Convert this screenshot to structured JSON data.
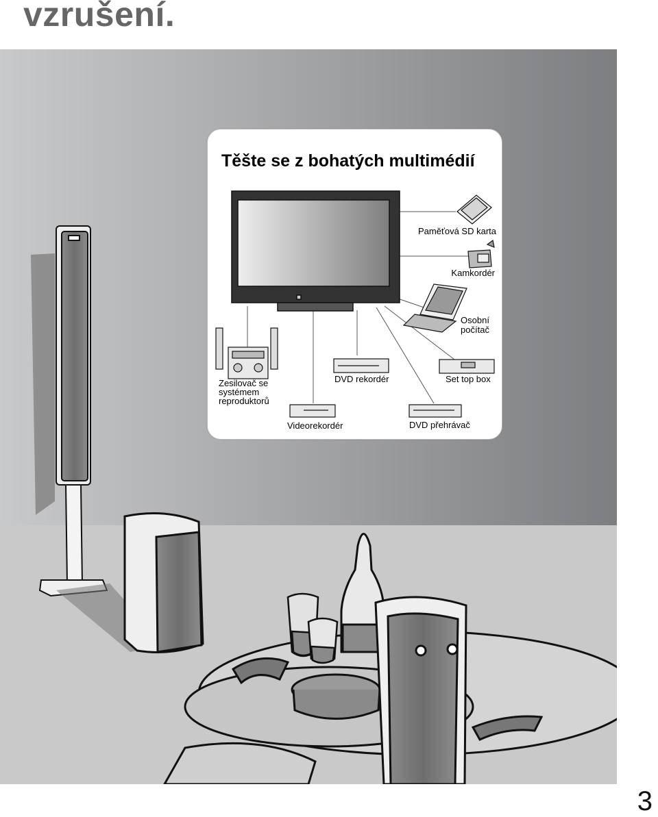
{
  "page": {
    "heading_fragment": "vzrušení.",
    "page_number": "3"
  },
  "callout": {
    "title": "Těšte se z bohatých multimédií",
    "devices": {
      "sd_card": "Paměťová SD karta",
      "camcorder": "Kamkordér",
      "pc_line1": "Osobní",
      "pc_line2": "počítač",
      "amp_line1": "Zesilovač se",
      "amp_line2": "systémem",
      "amp_line3": "reproduktorů",
      "dvd_recorder": "DVD rekordér",
      "set_top_box": "Set top box",
      "vcr": "Videorekordér",
      "dvd_player": "DVD přehrávač"
    }
  },
  "colors": {
    "wall_light": "#c8c9cb",
    "wall_dark": "#7d7e81",
    "floor": "#c9c9c9",
    "outline": "#111111"
  }
}
